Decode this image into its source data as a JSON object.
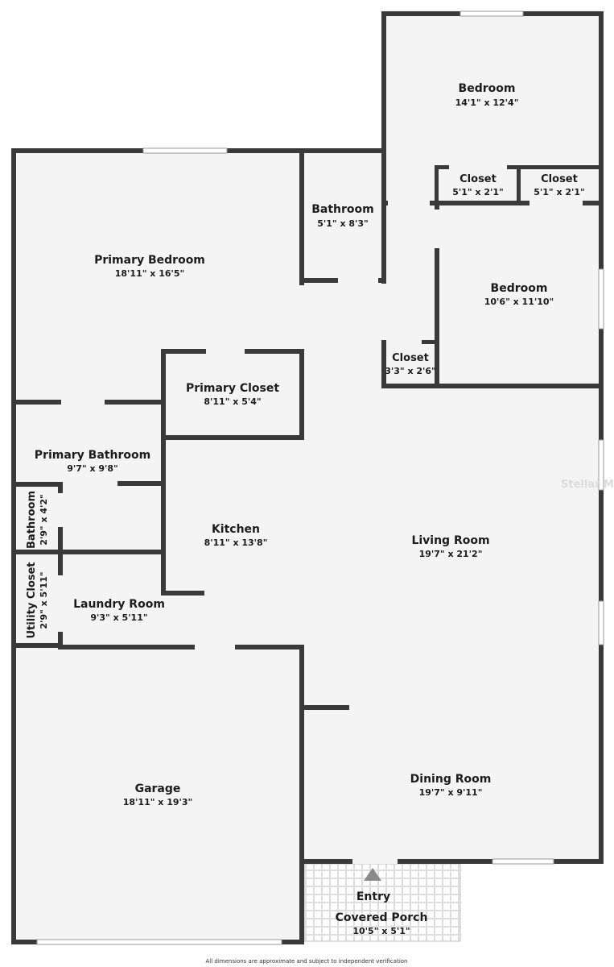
{
  "rooms": {
    "bedroom_ne": {
      "name": "Bedroom",
      "dims": "14'1\" x 12'4\""
    },
    "closet_1": {
      "name": "Closet",
      "dims": "5'1\" x 2'1\""
    },
    "closet_2": {
      "name": "Closet",
      "dims": "5'1\" x 2'1\""
    },
    "bathroom": {
      "name": "Bathroom",
      "dims": "5'1\" x 8'3\""
    },
    "primary_bedroom": {
      "name": "Primary Bedroom",
      "dims": "18'11\" x 16'5\""
    },
    "bedroom_e": {
      "name": "Bedroom",
      "dims": "10'6\" x 11'10\""
    },
    "closet_3": {
      "name": "Closet",
      "dims": "3'3\" x 2'6\""
    },
    "primary_closet": {
      "name": "Primary Closet",
      "dims": "8'11\" x 5'4\""
    },
    "primary_bathroom": {
      "name": "Primary Bathroom",
      "dims": "9'7\" x 9'8\""
    },
    "bathroom_small": {
      "name": "Bathroom",
      "dims": "2'9\" x 4'2\""
    },
    "kitchen": {
      "name": "Kitchen",
      "dims": "8'11\" x 13'8\""
    },
    "living_room": {
      "name": "Living Room",
      "dims": "19'7\" x 21'2\""
    },
    "utility_closet": {
      "name": "Utility Closet",
      "dims": "2'9\" x 5'11\""
    },
    "laundry_room": {
      "name": "Laundry Room",
      "dims": "9'3\" x 5'11\""
    },
    "garage": {
      "name": "Garage",
      "dims": "18'11\" x 19'3\""
    },
    "dining_room": {
      "name": "Dining Room",
      "dims": "19'7\" x 9'11\""
    },
    "covered_porch": {
      "name": "Covered Porch",
      "dims": "10'5\" x 5'1\""
    }
  },
  "entry_label": "Entry",
  "watermark": "Stellar MLS",
  "footer_note": "All dimensions are approximate and subject to independent verification",
  "colors": {
    "wall": "#3a3a3a",
    "floor": "#f4f4f4",
    "background": "#ffffff",
    "text": "#1c1c1c"
  }
}
